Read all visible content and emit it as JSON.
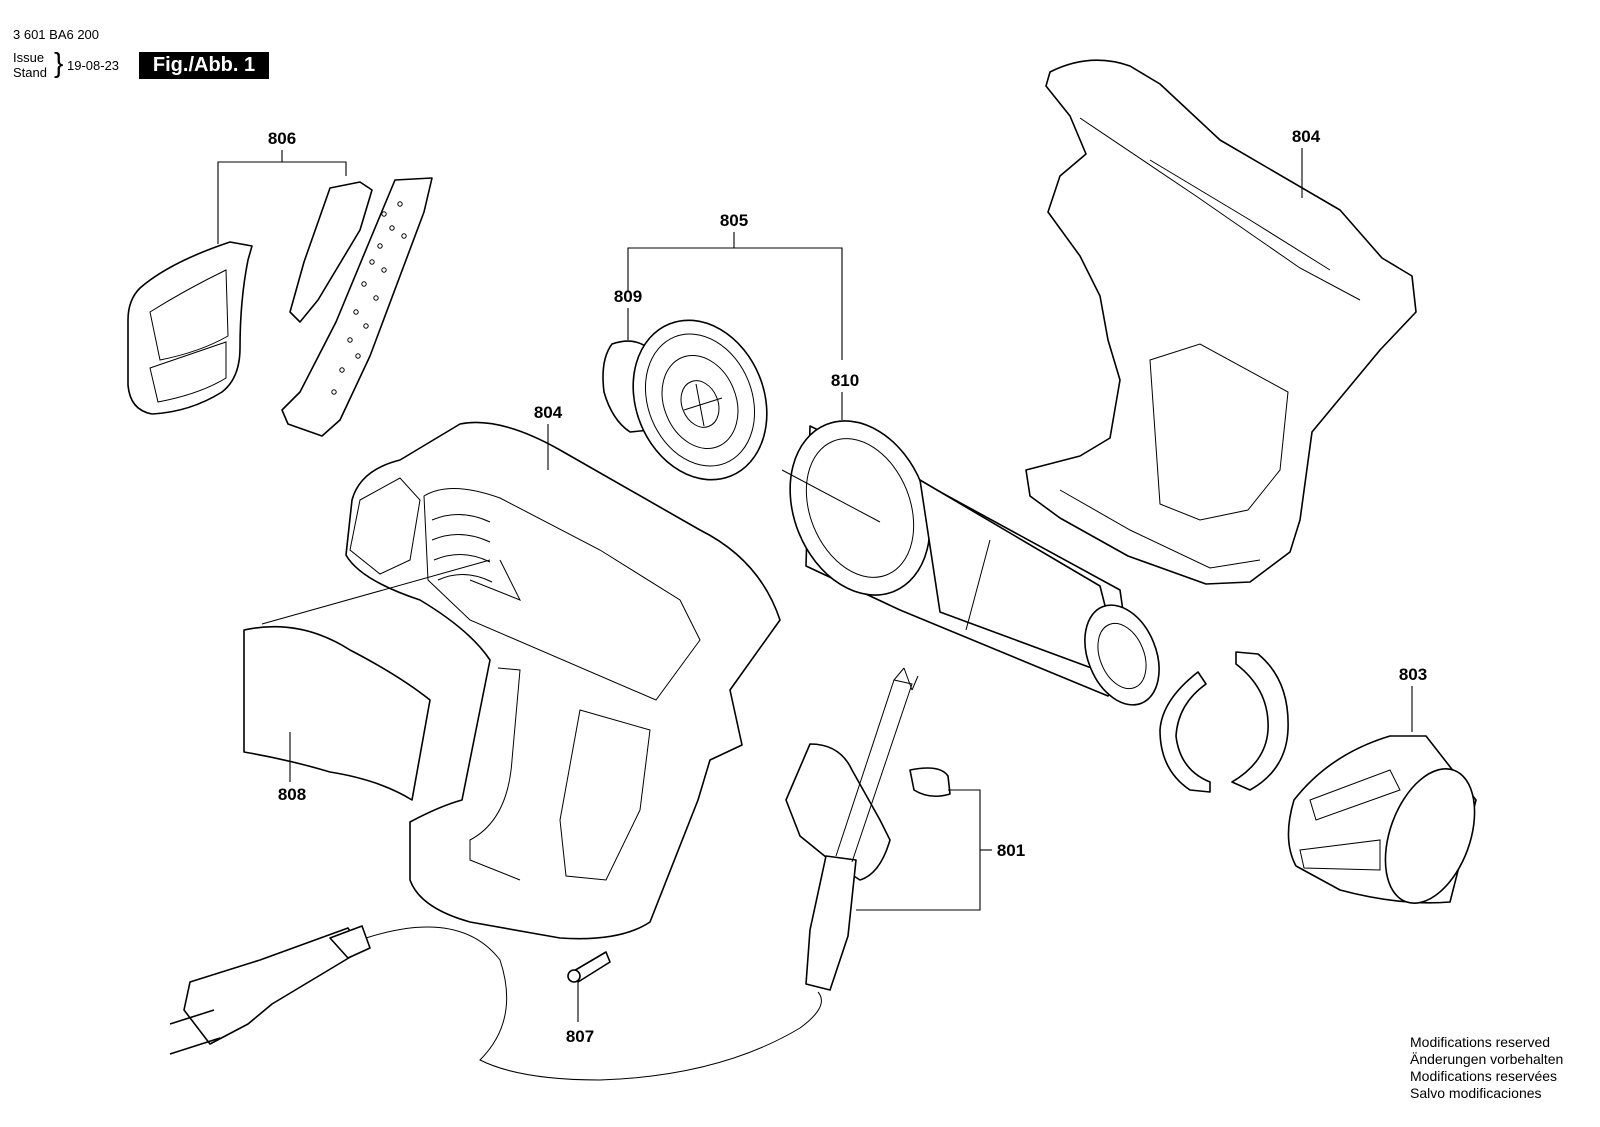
{
  "header": {
    "part_number": "3 601 BA6 200",
    "issue_label": "Issue",
    "stand_label": "Stand",
    "brace": "}",
    "date": "19-08-23",
    "figure": "Fig./Abb. 1"
  },
  "callouts": {
    "c801": "801",
    "c803": "803",
    "c804_left": "804",
    "c804_right": "804",
    "c805": "805",
    "c806": "806",
    "c807": "807",
    "c808": "808",
    "c809": "809",
    "c810": "810"
  },
  "notes": [
    "Modifications reserved",
    "Änderungen vorbehalten",
    "Modifications reservées",
    "Salvo modificaciones"
  ]
}
